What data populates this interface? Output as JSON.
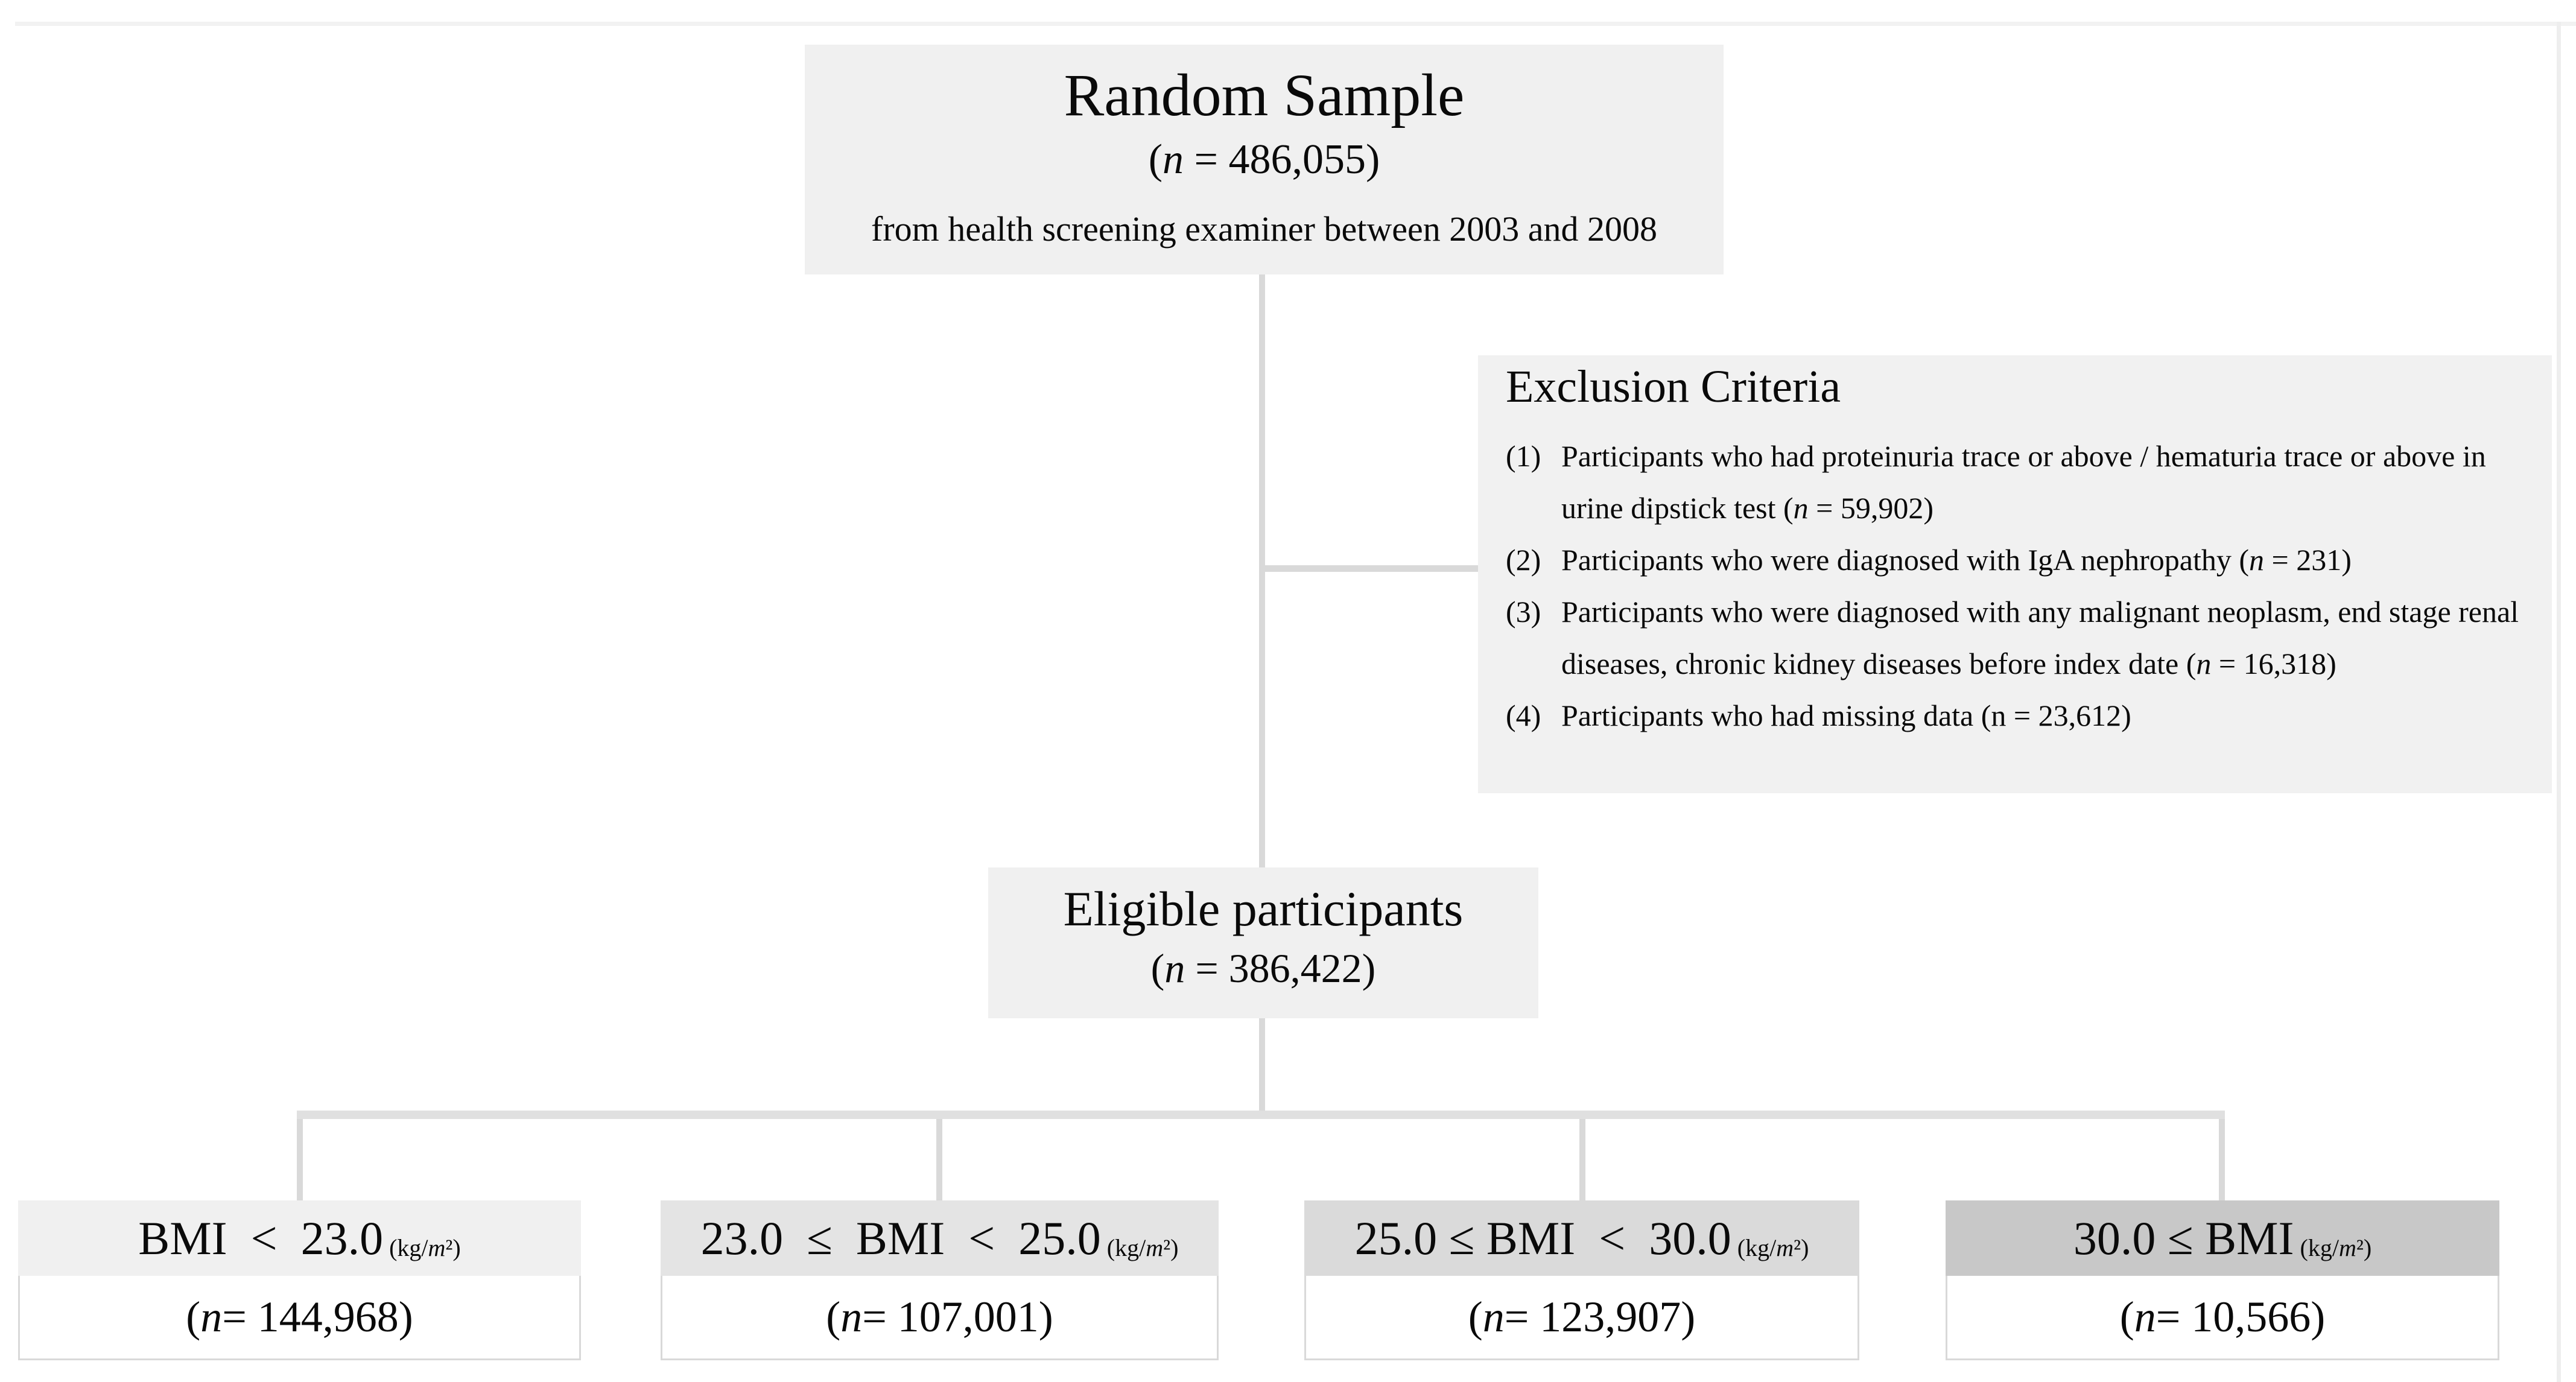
{
  "flow": {
    "random_sample": {
      "title": "Random Sample",
      "n": "(n = 486,055)",
      "subtitle": "from health screening examiner between 2003 and 2008"
    },
    "exclusion": {
      "title": "Exclusion Criteria",
      "items": [
        {
          "num": "(1)",
          "text": "Participants who had proteinuria trace or above / hematuria trace or above in urine dipstick test (n = 59,902)"
        },
        {
          "num": "(2)",
          "text": "Participants who were diagnosed with IgA nephropathy (n = 231)"
        },
        {
          "num": "(3)",
          "text": "Participants who were diagnosed with any malignant neoplasm, end stage renal diseases, chronic kidney diseases before index date (n = 16,318)"
        },
        {
          "num": "(4)",
          "text": "Participants who had missing data (n = 23,612)"
        }
      ]
    },
    "eligible": {
      "title": "Eligible participants",
      "n": "(n = 386,422)"
    },
    "bmi_groups": [
      {
        "range": "BMI  <  23.0",
        "unit": "(kg/m²)",
        "n": "(n = 144,968)",
        "header_bg": "#f0f0f0"
      },
      {
        "range": "23.0  ≤  BMI  <  25.0",
        "unit": "(kg/m²)",
        "n": "(n = 107,001)",
        "header_bg": "#e4e4e4"
      },
      {
        "range": "25.0 ≤ BMI  <  30.0",
        "unit": "(kg/m²)",
        "n": "(n = 123,907)",
        "header_bg": "#dadada"
      },
      {
        "range": "30.0 ≤ BMI",
        "unit": "(kg/m²)",
        "n": "(n = 10,566)",
        "header_bg": "#c8c8c8"
      }
    ]
  }
}
